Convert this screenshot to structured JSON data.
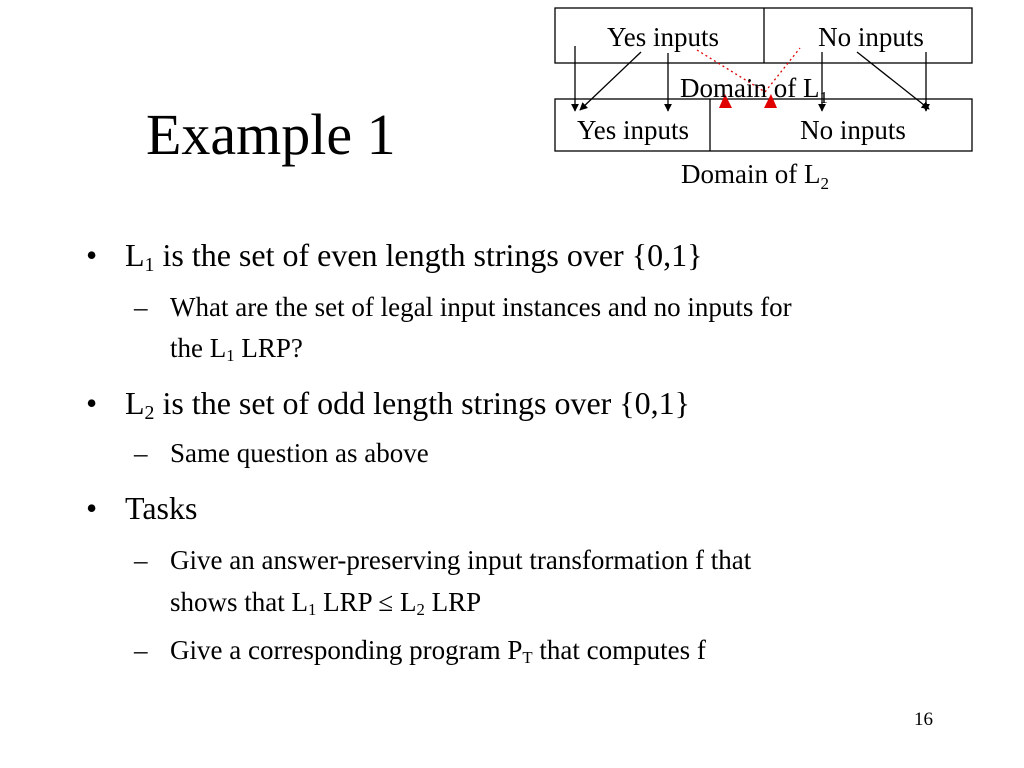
{
  "slide": {
    "title": "Example 1",
    "page_number": "16"
  },
  "diagram": {
    "l1_box": {
      "yes": "Yes inputs",
      "no": "No inputs"
    },
    "l1_caption": {
      "text": "Domain of L",
      "sub": "1"
    },
    "l2_box": {
      "yes": "Yes inputs",
      "no": "No inputs"
    },
    "l2_caption": {
      "text": "Domain of L",
      "sub": "2"
    },
    "colors": {
      "stroke": "#000000",
      "red_arrow": "#e00000"
    }
  },
  "bullets": {
    "b1": {
      "bullet": "•",
      "pre": "L",
      "sub": "1",
      "post": " is the set of even length strings over {0,1}"
    },
    "b1_sub": {
      "dash": "–",
      "line1": "What are the set of legal input instances and no inputs for",
      "line2_pre": "the L",
      "line2_sub": "1",
      "line2_post": " LRP?"
    },
    "b2": {
      "bullet": "•",
      "pre": "L",
      "sub": "2",
      "post": " is the set of odd length strings over {0,1}"
    },
    "b2_sub": {
      "dash": "–",
      "text": "Same question as above"
    },
    "b3": {
      "bullet": "•",
      "text": "Tasks"
    },
    "b3_sub1": {
      "dash": "–",
      "line1": "Give an answer-preserving input transformation f that",
      "line2_pre": "shows that L",
      "line2_sub1": "1",
      "line2_mid": " LRP ≤ L",
      "line2_sub2": "2",
      "line2_post": " LRP"
    },
    "b3_sub2": {
      "dash": "–",
      "pre": "Give a corresponding program P",
      "sub": "T",
      "post": " that computes f"
    }
  }
}
